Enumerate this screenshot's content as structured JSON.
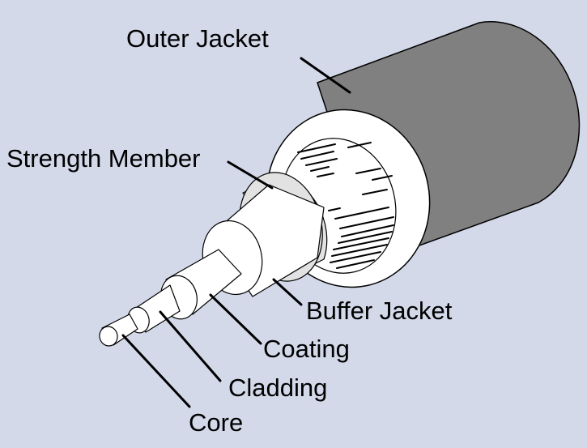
{
  "colors": {
    "background": "#d4d9ea",
    "outer_jacket": "#808080",
    "layer_white": "#ffffff",
    "strength_member_ring": "#e2e2e2",
    "outline": "#000000",
    "leader_line": "#000000",
    "label_text": "#000000"
  },
  "labels": {
    "outer_jacket": "Outer Jacket",
    "strength_member": "Strength Member",
    "buffer_jacket": "Buffer Jacket",
    "coating": "Coating",
    "cladding": "Cladding",
    "core": "Core"
  }
}
